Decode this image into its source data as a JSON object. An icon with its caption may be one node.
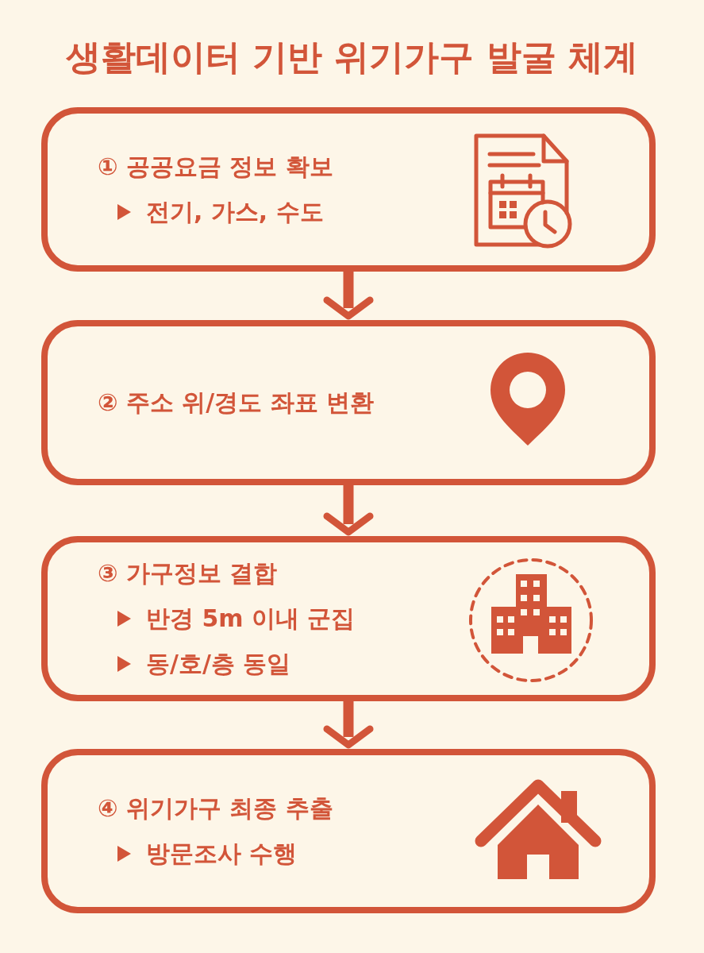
{
  "diagram": {
    "title": "생활데이터 기반 위기가구 발굴 체계",
    "nodes": [
      {
        "text": [
          "① 공공요금 정보 확보",
          "전기, 가스, 수도"
        ]
      },
      {
        "text": [
          "② 주소 위/경도 좌표 변환"
        ]
      },
      {
        "text": [
          "③ 가구정보 결합",
          "반경 5m 이내 군집",
          "동/호/층 동일"
        ]
      },
      {
        "text": [
          "④ 위기가구 최종 추출",
          "방문조사 수행"
        ]
      }
    ],
    "edges": [
      {
        "from": 0,
        "to": 1,
        "arrow": "to"
      },
      {
        "from": 1,
        "to": 2,
        "arrow": "to"
      },
      {
        "from": 2,
        "to": 3,
        "arrow": "to"
      }
    ]
  }
}
